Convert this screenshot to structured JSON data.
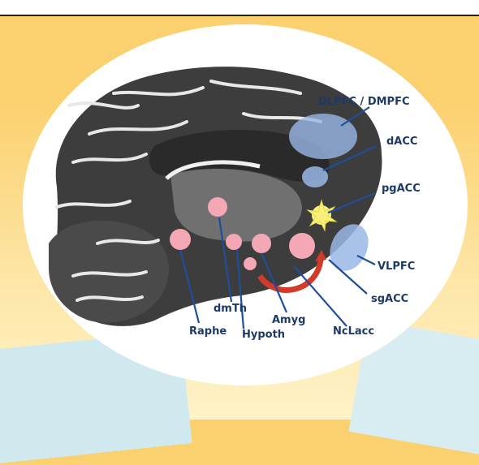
{
  "labels": {
    "dlpfc": "DLPFC / DMPFC",
    "dacc": "dACC",
    "pgacc": "pgACC",
    "vlpfc": "VLPFC",
    "sgacc": "sgACC",
    "nacc": "NcLacc",
    "amyg": "Amyg",
    "hypoth": "Hypoth",
    "dmth": "dmTh",
    "raphe": "Raphe"
  },
  "colors": {
    "region_blue": "#9ab7e6",
    "region_pink": "#f4a7b4",
    "arrow_red": "#d23a2a",
    "line_blue": "#1f4e9a",
    "burst_yellow": "#f6f07a"
  }
}
